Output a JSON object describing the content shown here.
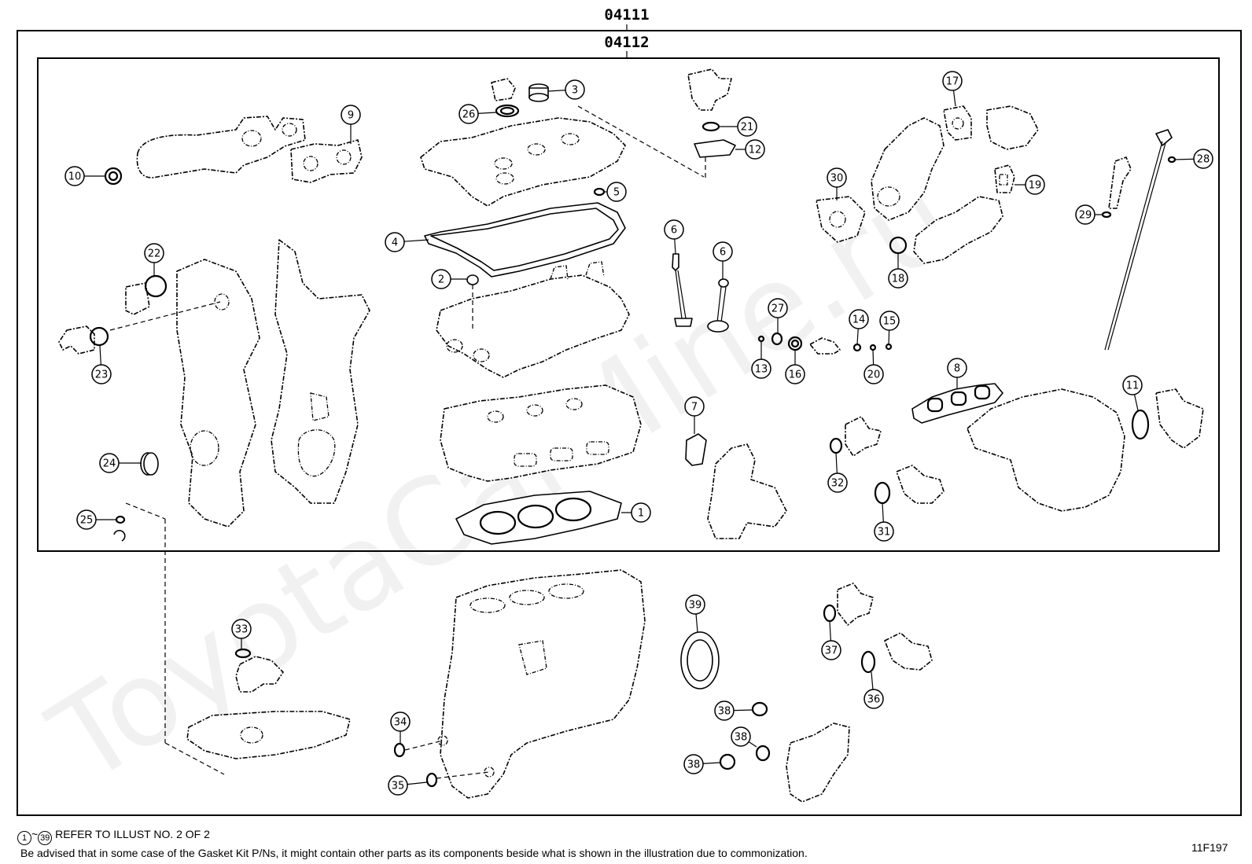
{
  "header": {
    "outer_code": "04111",
    "inner_code": "04112"
  },
  "callouts": [
    {
      "id": "c1",
      "label": "1"
    },
    {
      "id": "c2",
      "label": "2"
    },
    {
      "id": "c3",
      "label": "3"
    },
    {
      "id": "c4",
      "label": "4"
    },
    {
      "id": "c5",
      "label": "5"
    },
    {
      "id": "c6a",
      "label": "6"
    },
    {
      "id": "c6b",
      "label": "6"
    },
    {
      "id": "c7",
      "label": "7"
    },
    {
      "id": "c8",
      "label": "8"
    },
    {
      "id": "c9",
      "label": "9"
    },
    {
      "id": "c10",
      "label": "10"
    },
    {
      "id": "c11",
      "label": "11"
    },
    {
      "id": "c12",
      "label": "12"
    },
    {
      "id": "c13",
      "label": "13"
    },
    {
      "id": "c14",
      "label": "14"
    },
    {
      "id": "c15",
      "label": "15"
    },
    {
      "id": "c16",
      "label": "16"
    },
    {
      "id": "c17",
      "label": "17"
    },
    {
      "id": "c18",
      "label": "18"
    },
    {
      "id": "c19",
      "label": "19"
    },
    {
      "id": "c20",
      "label": "20"
    },
    {
      "id": "c21",
      "label": "21"
    },
    {
      "id": "c22",
      "label": "22"
    },
    {
      "id": "c23",
      "label": "23"
    },
    {
      "id": "c24",
      "label": "24"
    },
    {
      "id": "c25",
      "label": "25"
    },
    {
      "id": "c26",
      "label": "26"
    },
    {
      "id": "c27",
      "label": "27"
    },
    {
      "id": "c28",
      "label": "28"
    },
    {
      "id": "c29",
      "label": "29"
    },
    {
      "id": "c30",
      "label": "30"
    },
    {
      "id": "c31",
      "label": "31"
    },
    {
      "id": "c32",
      "label": "32"
    },
    {
      "id": "c33",
      "label": "33"
    },
    {
      "id": "c34",
      "label": "34"
    },
    {
      "id": "c35",
      "label": "35"
    },
    {
      "id": "c36",
      "label": "36"
    },
    {
      "id": "c37",
      "label": "37"
    },
    {
      "id": "c38a",
      "label": "38"
    },
    {
      "id": "c38b",
      "label": "38"
    },
    {
      "id": "c38c",
      "label": "38"
    },
    {
      "id": "c39",
      "label": "39"
    }
  ],
  "footer": {
    "refer_from": "1",
    "refer_to": "39",
    "refer_text": "REFER TO ILLUST NO. 2 OF 2",
    "advisory": "Be advised that in some case of the Gasket Kit P/Ns,  it might contain other parts as its components beside what is shown in the illustration due to commonization.",
    "figure_code": "11F197"
  },
  "watermark": "ToyotaCarMine.ru"
}
